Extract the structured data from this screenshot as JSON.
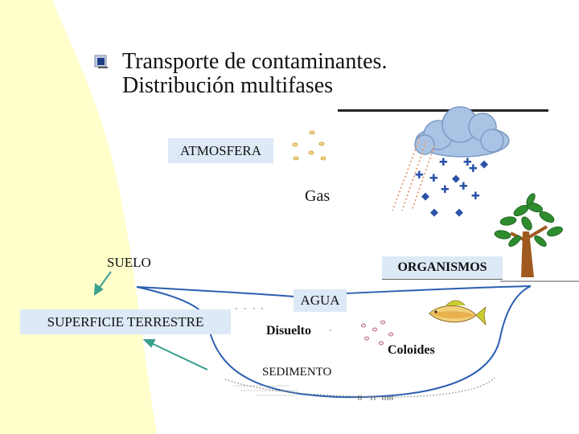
{
  "title": {
    "line1": "Transporte de contaminantes.",
    "line2": "Distribución multifases"
  },
  "labels": {
    "atmosfera": "ATMOSFERA",
    "gas": "Gas",
    "suelo": "SUELO",
    "organismos": "ORGANISMOS",
    "superficie": "SUPERFICIE TERRESTRE",
    "agua": "AGUA",
    "disuelto": "Disuelto",
    "coloides": "Coloides",
    "sedimento": "SEDIMENTO"
  },
  "icons": [
    "cloud-icon",
    "rain-icon",
    "tree-icon",
    "fish-icon",
    "gas-particles-icon",
    "colloid-particles-icon",
    "arrow-icon"
  ],
  "colors": {
    "yellow_panel": "#ffffcc",
    "label_box": "#dde9f6",
    "water_line": "#2a5fb0",
    "arrow": "#3aa090"
  }
}
